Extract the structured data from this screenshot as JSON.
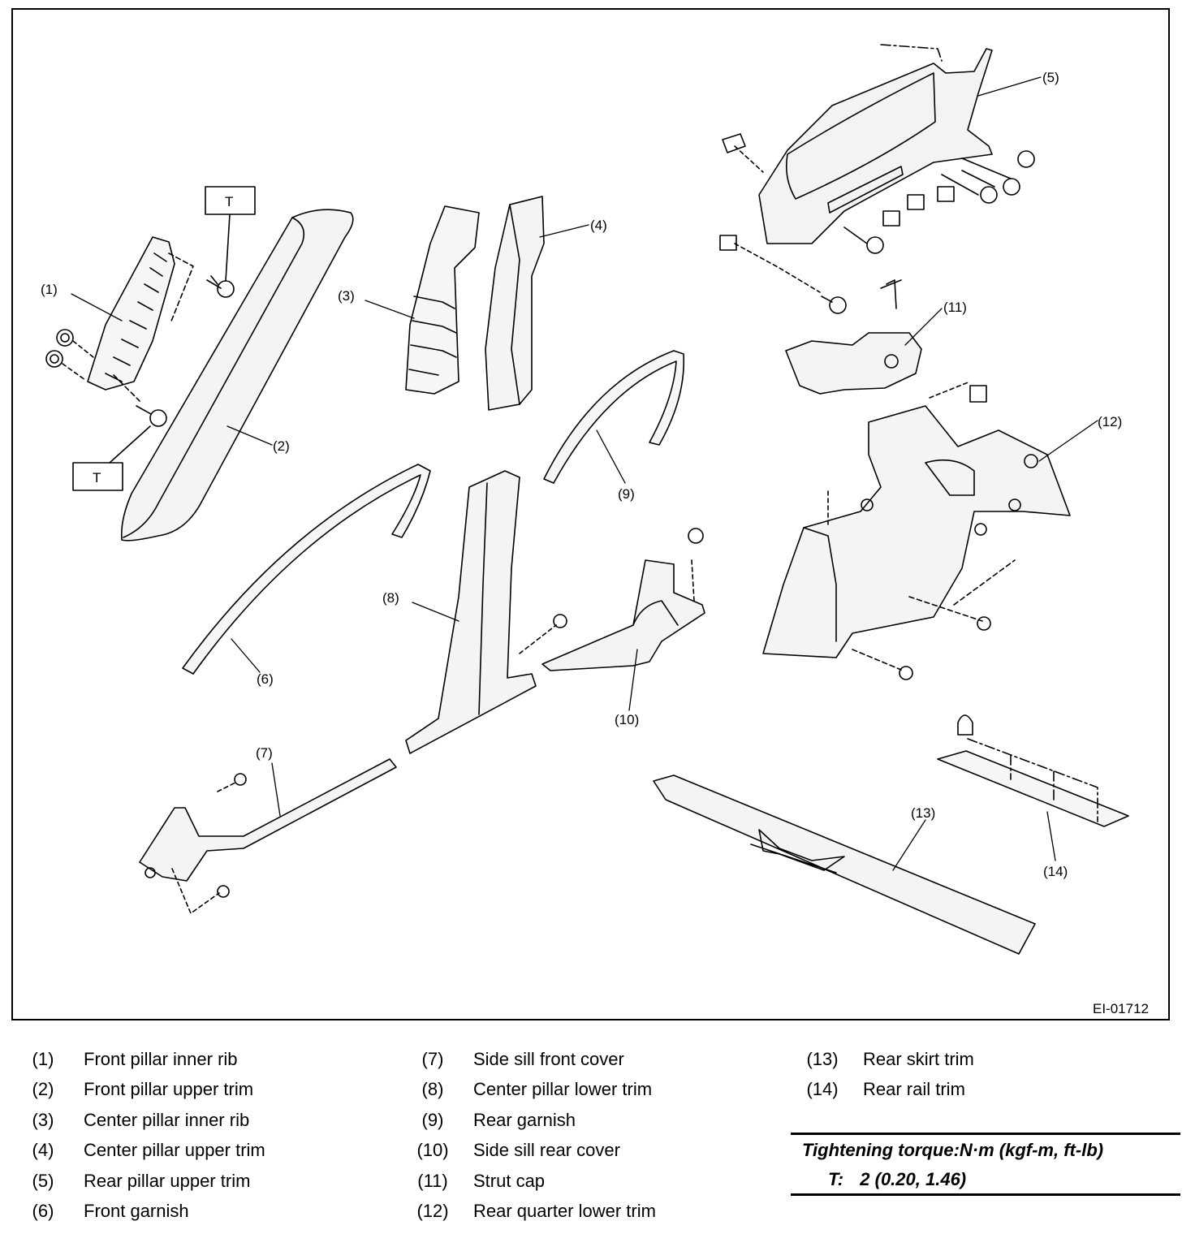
{
  "figure_id": "EI-01712",
  "torque_symbol": "T",
  "callouts": [
    {
      "num": "(1)",
      "name": "Front pillar inner rib"
    },
    {
      "num": "(2)",
      "name": "Front pillar upper trim"
    },
    {
      "num": "(3)",
      "name": "Center pillar inner rib"
    },
    {
      "num": "(4)",
      "name": "Center pillar upper trim"
    },
    {
      "num": "(5)",
      "name": "Rear pillar upper trim"
    },
    {
      "num": "(6)",
      "name": "Front garnish"
    },
    {
      "num": "(7)",
      "name": "Side sill front cover"
    },
    {
      "num": "(8)",
      "name": "Center pillar lower trim"
    },
    {
      "num": "(9)",
      "name": "Rear garnish"
    },
    {
      "num": "(10)",
      "name": "Side sill rear cover"
    },
    {
      "num": "(11)",
      "name": "Strut cap"
    },
    {
      "num": "(12)",
      "name": "Rear quarter lower trim"
    },
    {
      "num": "(13)",
      "name": "Rear skirt trim"
    },
    {
      "num": "(14)",
      "name": "Rear rail trim"
    }
  ],
  "torque": {
    "heading": "Tightening torque:N·m (kgf-m, ft-lb)",
    "spec_label": "T:",
    "spec_value": "2 (0.20, 1.46)"
  }
}
